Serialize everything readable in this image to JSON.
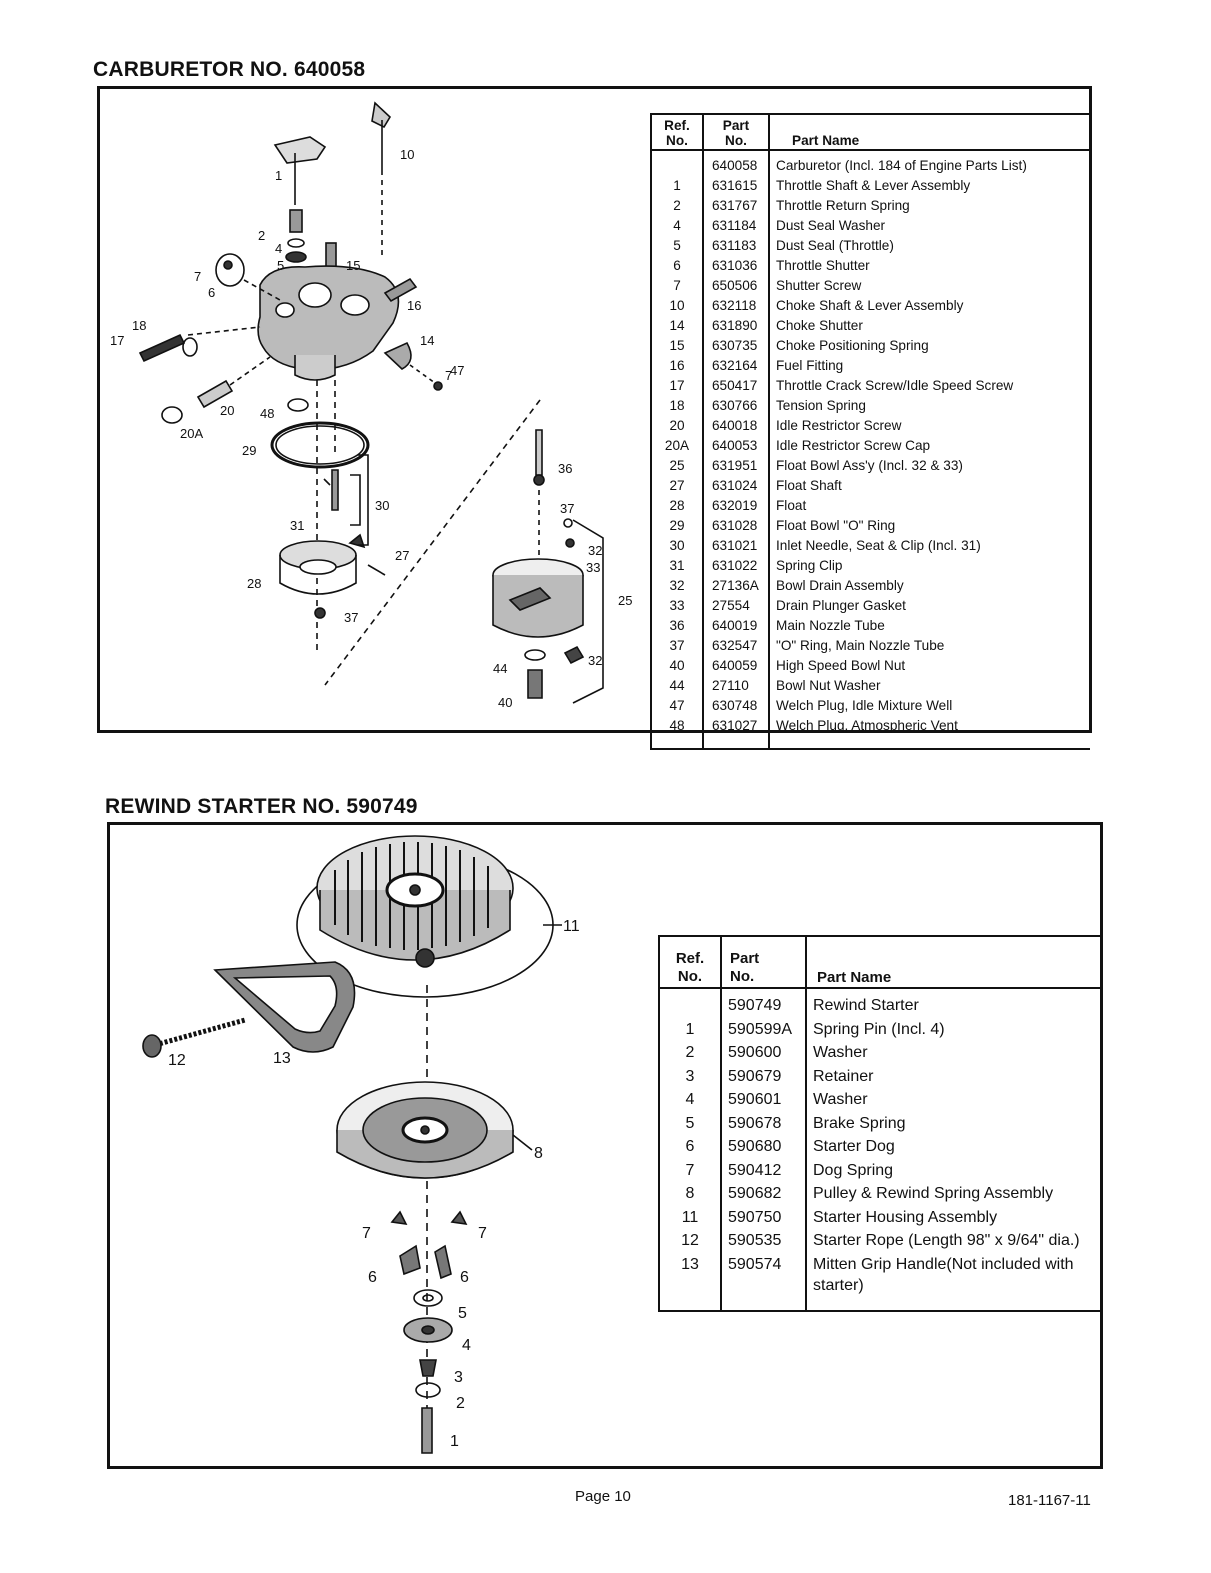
{
  "carburetor": {
    "title": "CARBURETOR NO. 640058",
    "headers": {
      "ref": "Ref.\nNo.",
      "part": "Part\nNo.",
      "name": "Part Name"
    },
    "rows": [
      [
        "",
        "640058",
        "Carburetor (Incl. 184 of Engine Parts List)"
      ],
      [
        "1",
        "631615",
        "Throttle Shaft & Lever Assembly"
      ],
      [
        "2",
        "631767",
        "Throttle Return Spring"
      ],
      [
        "4",
        "631184",
        "Dust Seal Washer"
      ],
      [
        "5",
        "631183",
        "Dust Seal (Throttle)"
      ],
      [
        "6",
        "631036",
        "Throttle Shutter"
      ],
      [
        "7",
        "650506",
        "Shutter Screw"
      ],
      [
        "10",
        "632118",
        "Choke Shaft & Lever Assembly"
      ],
      [
        "14",
        "631890",
        "Choke Shutter"
      ],
      [
        "15",
        "630735",
        "Choke Positioning Spring"
      ],
      [
        "16",
        "632164",
        "Fuel Fitting"
      ],
      [
        "17",
        "650417",
        "Throttle Crack Screw/Idle Speed Screw"
      ],
      [
        "18",
        "630766",
        "Tension Spring"
      ],
      [
        "20",
        "640018",
        "Idle Restrictor Screw"
      ],
      [
        "20A",
        "640053",
        "Idle Restrictor Screw Cap"
      ],
      [
        "25",
        "631951",
        "Float Bowl Ass'y (Incl. 32 & 33)"
      ],
      [
        "27",
        "631024",
        "Float Shaft"
      ],
      [
        "28",
        "632019",
        "Float"
      ],
      [
        "29",
        "631028",
        "Float Bowl \"O\" Ring"
      ],
      [
        "30",
        "631021",
        "Inlet Needle, Seat & Clip (Incl. 31)"
      ],
      [
        "31",
        "631022",
        "Spring Clip"
      ],
      [
        "32",
        "27136A",
        "Bowl Drain Assembly"
      ],
      [
        "33",
        "27554",
        "Drain Plunger Gasket"
      ],
      [
        "36",
        "640019",
        "Main Nozzle Tube"
      ],
      [
        "37",
        "632547",
        "\"O\" Ring, Main Nozzle Tube"
      ],
      [
        "40",
        "640059",
        "High Speed Bowl Nut"
      ],
      [
        "44",
        "27110",
        "Bowl Nut Washer"
      ],
      [
        "47",
        "630748",
        "Welch Plug, Idle Mixture Well"
      ],
      [
        "48",
        "631027",
        "Welch Plug, Atmospheric Vent"
      ]
    ],
    "callouts": [
      "1",
      "2",
      "4",
      "5",
      "6",
      "7",
      "10",
      "14",
      "15",
      "16",
      "17",
      "18",
      "20",
      "20A",
      "25",
      "27",
      "28",
      "29",
      "30",
      "31",
      "32",
      "33",
      "36",
      "37",
      "40",
      "44",
      "47",
      "48"
    ]
  },
  "starter": {
    "title": "REWIND STARTER NO. 590749",
    "headers": {
      "ref": "Ref.\nNo.",
      "part": "Part\nNo.",
      "name": "Part Name"
    },
    "rows": [
      [
        "",
        "590749",
        "Rewind Starter"
      ],
      [
        "1",
        "590599A",
        "Spring Pin (Incl. 4)"
      ],
      [
        "2",
        "590600",
        "Washer"
      ],
      [
        "3",
        "590679",
        "Retainer"
      ],
      [
        "4",
        "590601",
        "Washer"
      ],
      [
        "5",
        "590678",
        "Brake Spring"
      ],
      [
        "6",
        "590680",
        "Starter Dog"
      ],
      [
        "7",
        "590412",
        "Dog Spring"
      ],
      [
        "8",
        "590682",
        "Pulley & Rewind Spring Assembly"
      ],
      [
        "11",
        "590750",
        "Starter Housing Assembly"
      ],
      [
        "12",
        "590535",
        "Starter Rope (Length 98\" x 9/64\" dia.)"
      ],
      [
        "13",
        "590574",
        "Mitten Grip Handle(Not included with starter)"
      ]
    ],
    "callouts": [
      "1",
      "2",
      "3",
      "4",
      "5",
      "6",
      "7",
      "8",
      "11",
      "12",
      "13"
    ]
  },
  "footer": {
    "page": "Page 10",
    "doc_number": "181-1167-11"
  }
}
